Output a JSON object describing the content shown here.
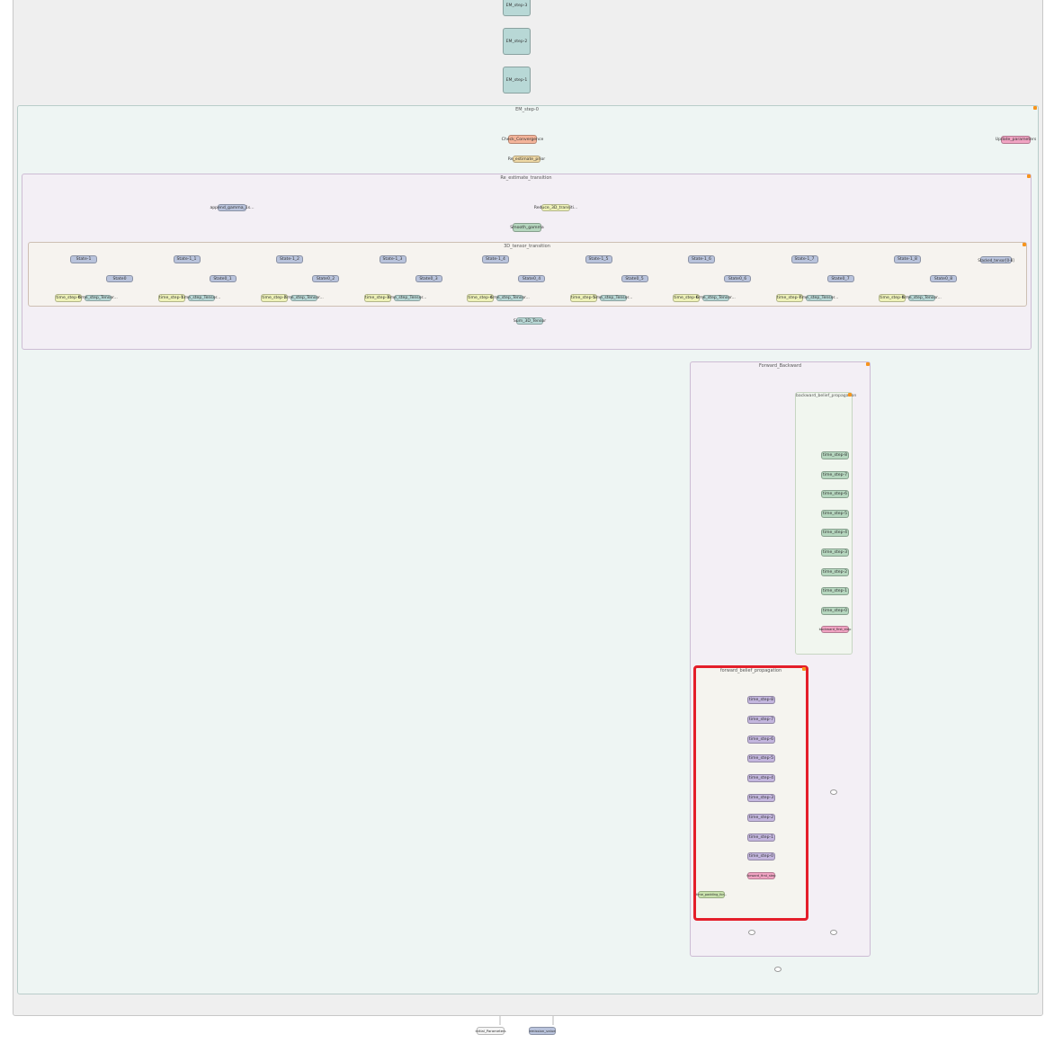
{
  "em_steps": [
    "EM_step-3",
    "EM_step-2",
    "EM_step-1"
  ],
  "em_step_0": {
    "title": "EM_step-0",
    "check_convergence": "Check_Convergence",
    "update_parameters": "Update_parameters",
    "re_estimate_prior": "Re_estimate_prior",
    "re_estimate_transition": {
      "title": "Re_estimate_transition",
      "append_gamma": "append_gamma_1s...",
      "reduce_node": "Reduce_3D_transiti...",
      "smooth_gamma": "Smooth_gamma",
      "sum_node": "Sum_3D_Tensor",
      "tensor_3d": {
        "title": "3D_tensor_transition",
        "groups": [
          {
            "state1": "State-1",
            "state0": "State0",
            "ts": "time_step-0",
            "sub": "time_step_Tensor..."
          },
          {
            "state1": "State-1_1",
            "state0": "State0_1",
            "ts": "time_step-1",
            "sub": "time_step_Tensor..."
          },
          {
            "state1": "State-1_2",
            "state0": "State0_2",
            "ts": "time_step-2",
            "sub": "time_step_Tensor..."
          },
          {
            "state1": "State-1_3",
            "state0": "State0_3",
            "ts": "time_step-3",
            "sub": "time_step_Tensor..."
          },
          {
            "state1": "State-1_4",
            "state0": "State0_4",
            "ts": "time_step-4",
            "sub": "time_step_Tensor..."
          },
          {
            "state1": "State-1_5",
            "state0": "State0_5",
            "ts": "time_step-5",
            "sub": "time_step_Tensor..."
          },
          {
            "state1": "State-1_6",
            "state0": "State0_6",
            "ts": "time_step-6",
            "sub": "time_step_Tensor..."
          },
          {
            "state1": "State-1_7",
            "state0": "State0_7",
            "ts": "time_step-7",
            "sub": "time_step_Tensor..."
          },
          {
            "state1": "State-1_8",
            "state0": "State0_8",
            "ts": "time_step-8",
            "sub": "time_step_Tensor..."
          }
        ],
        "stacked_label": "Stacked_tensor[0-8]"
      }
    },
    "forward_backward": {
      "title": "Forward_Backward",
      "backward": {
        "title": "backward_belief_propagation",
        "steps": [
          "time_step-8",
          "time_step-7",
          "time_step-6",
          "time_step-5",
          "time_step-4",
          "time_step-3",
          "time_step-2",
          "time_step-1",
          "time_step-0"
        ],
        "init": "backward_first_step"
      },
      "forward": {
        "title": "forward_belief_propagation",
        "steps": [
          "time_step-8",
          "time_step-7",
          "time_step-6",
          "time_step-5",
          "time_step-4",
          "time_step-3",
          "time_step-2",
          "time_step-1",
          "time_step-0"
        ],
        "init": "forward_first_step",
        "padding": "time_padding_for..."
      }
    }
  },
  "bottom": {
    "initial_parameters": "Initial_Parameters",
    "emission_value": "emission_value"
  },
  "colors": {
    "highlight": "#e41e2a",
    "em_node": "#b8d8d6",
    "state_node": "#b9c3dc",
    "timestep_yellow": "#eef2b8",
    "backward_node": "#b5d6be",
    "forward_node": "#c3b6de"
  }
}
